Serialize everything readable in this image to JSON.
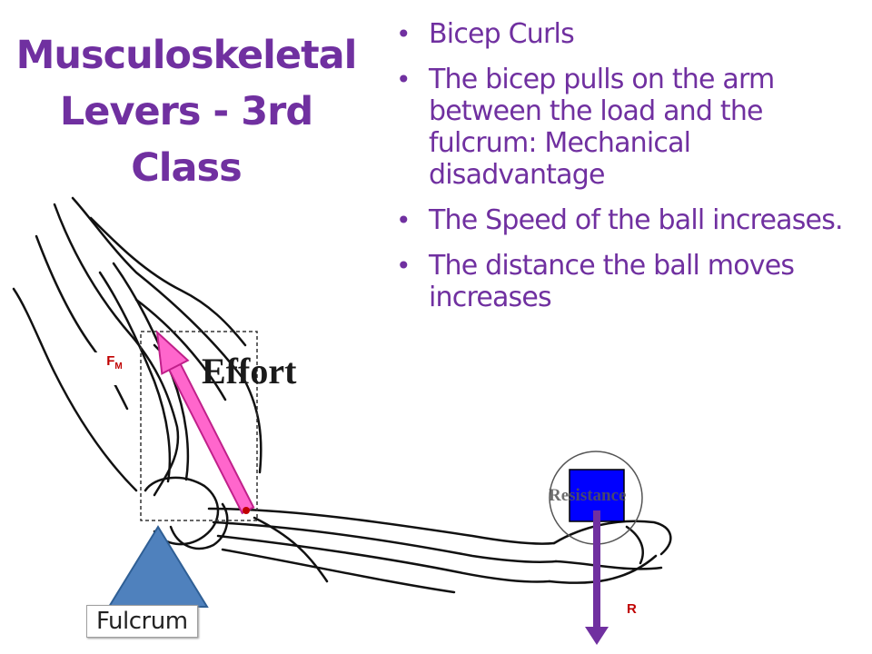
{
  "title": {
    "line1": "Musculoskeletal",
    "line2": "Levers - 3rd Class"
  },
  "bullets": [
    "Bicep Curls",
    "The bicep pulls on the arm between the load and the fulcrum: Mechanical disadvantage",
    "The Speed of the ball increases.",
    "The distance the ball moves increases"
  ],
  "diagram": {
    "effort_label": "Effort",
    "force_muscle_label": "F",
    "force_muscle_subscript": "M",
    "resistance_label": "Resistance",
    "resistance_force_label": "R",
    "fulcrum_label": "Fulcrum"
  },
  "colors": {
    "title": "#7030a0",
    "effort_arrow": "#ff66cc",
    "fulcrum": "#4f81bd",
    "resistance_box": "#0000ff",
    "resistance_arrow": "#7030a0",
    "force_labels": "#c00000"
  }
}
